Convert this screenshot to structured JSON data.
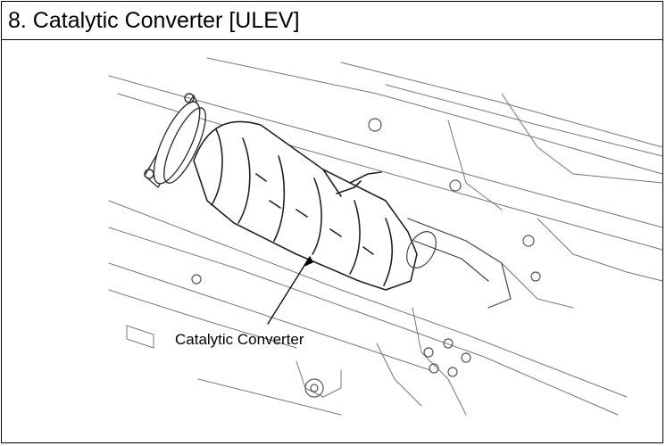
{
  "header": {
    "title": "8. Catalytic Converter [ULEV]"
  },
  "figure": {
    "callout_label": "Catalytic Converter",
    "icon": "catalytic-converter-illustration",
    "line_color": "#000000"
  }
}
